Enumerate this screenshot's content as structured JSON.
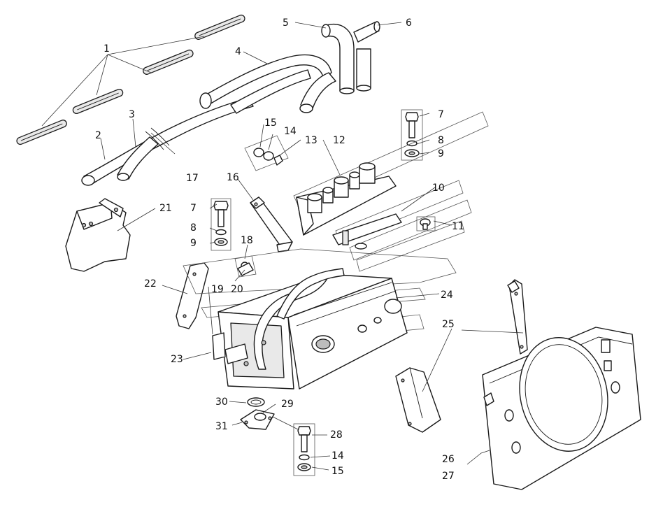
{
  "callouts": [
    {
      "id": "c1",
      "label": "1"
    },
    {
      "id": "c2",
      "label": "2"
    },
    {
      "id": "c3",
      "label": "3"
    },
    {
      "id": "c4",
      "label": "4"
    },
    {
      "id": "c5",
      "label": "5"
    },
    {
      "id": "c6",
      "label": "6"
    },
    {
      "id": "c7a",
      "label": "7"
    },
    {
      "id": "c8a",
      "label": "8"
    },
    {
      "id": "c9a",
      "label": "9"
    },
    {
      "id": "c10",
      "label": "10"
    },
    {
      "id": "c11",
      "label": "11"
    },
    {
      "id": "c12",
      "label": "12"
    },
    {
      "id": "c13",
      "label": "13"
    },
    {
      "id": "c14a",
      "label": "14"
    },
    {
      "id": "c15a",
      "label": "15"
    },
    {
      "id": "c16",
      "label": "16"
    },
    {
      "id": "c17",
      "label": "17"
    },
    {
      "id": "c18",
      "label": "18"
    },
    {
      "id": "c19",
      "label": "19"
    },
    {
      "id": "c20",
      "label": "20"
    },
    {
      "id": "c21",
      "label": "21"
    },
    {
      "id": "c7b",
      "label": "7"
    },
    {
      "id": "c8b",
      "label": "8"
    },
    {
      "id": "c9b",
      "label": "9"
    },
    {
      "id": "c22",
      "label": "22"
    },
    {
      "id": "c23",
      "label": "23"
    },
    {
      "id": "c24",
      "label": "24"
    },
    {
      "id": "c25",
      "label": "25"
    },
    {
      "id": "c26",
      "label": "26"
    },
    {
      "id": "c27",
      "label": "27"
    },
    {
      "id": "c28",
      "label": "28"
    },
    {
      "id": "c29",
      "label": "29"
    },
    {
      "id": "c30",
      "label": "30"
    },
    {
      "id": "c31",
      "label": "31"
    },
    {
      "id": "c14b",
      "label": "14"
    },
    {
      "id": "c15b",
      "label": "15"
    }
  ]
}
